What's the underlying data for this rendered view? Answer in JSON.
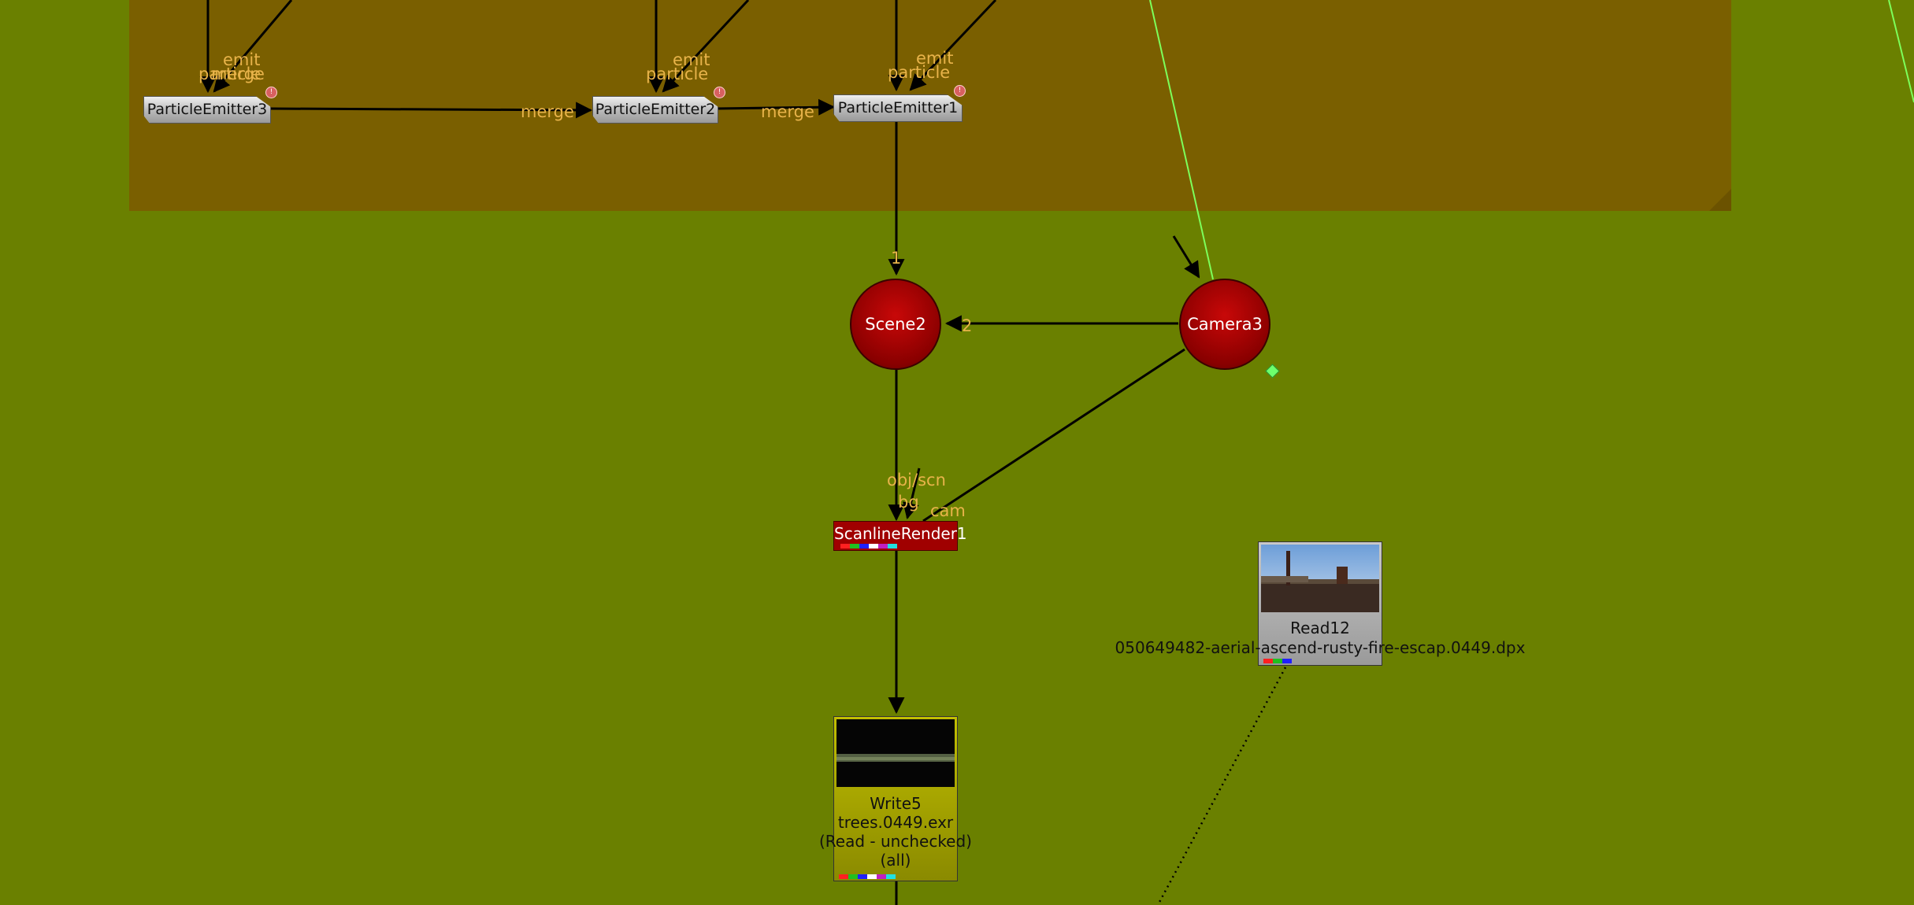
{
  "nodes": {
    "emitters": [
      {
        "name": "ParticleEmitter3",
        "input_a": "emit",
        "input_b": "particle",
        "input_c": "merge"
      },
      {
        "name": "ParticleEmitter2",
        "input_a": "emit",
        "input_b": "particle",
        "input_c": "merge"
      },
      {
        "name": "ParticleEmitter1",
        "input_a": "emit",
        "input_b": "particle",
        "input_c": "merge"
      }
    ],
    "scene": {
      "name": "Scene2",
      "input_1": "1",
      "input_2": "2"
    },
    "camera": {
      "name": "Camera3"
    },
    "render": {
      "name": "ScanlineRender1",
      "input_obj": "obj/scn",
      "input_bg": "bg",
      "input_cam": "cam"
    },
    "read": {
      "name": "Read12",
      "file": "050649482-aerial-ascend-rusty-fire-escap.0449.dpx"
    },
    "write": {
      "name": "Write5",
      "file": "trees.0449.exr",
      "status": "(Read - unchecked)",
      "channels": "(all)"
    }
  },
  "colors": {
    "canvas_bg": "#6a8000",
    "backdrop": "#7a5f00",
    "label": "#e8b34a",
    "circle_node": "#a00000",
    "write_node": "#b7b300",
    "read_node": "#a9a9a9",
    "camera_link": "#7dff5a"
  },
  "channel_swatches": [
    "#ff2020",
    "#20c020",
    "#2020ff",
    "#ffffff",
    "#c020c0",
    "#20e0e0"
  ]
}
